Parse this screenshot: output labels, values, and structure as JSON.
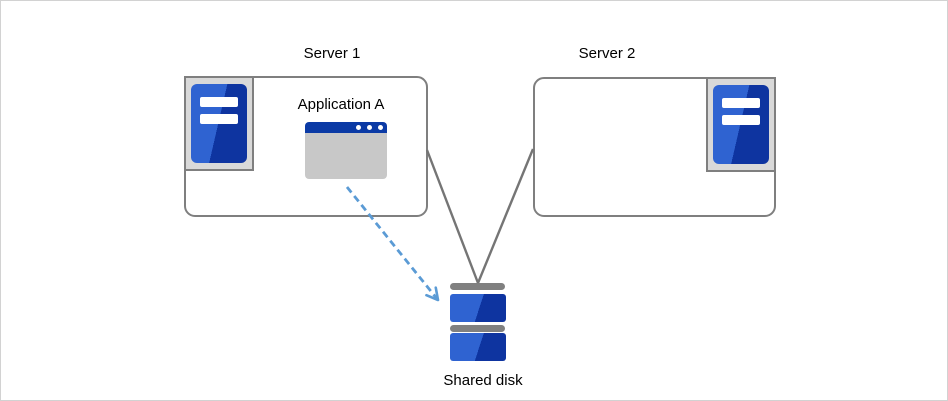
{
  "diagram": {
    "nodes": {
      "server1": {
        "label": "Server 1",
        "icon": "server-tower-icon"
      },
      "server2": {
        "label": "Server 2",
        "icon": "server-tower-icon"
      },
      "application": {
        "label": "Application A",
        "icon": "app-window-icon"
      },
      "shared_disk": {
        "label": "Shared disk",
        "icon": "disk-stack-icon"
      }
    },
    "connectors": [
      {
        "from": "server1",
        "to": "shared_disk",
        "style": "solid",
        "color": "#757575"
      },
      {
        "from": "server2",
        "to": "shared_disk",
        "style": "solid",
        "color": "#757575"
      },
      {
        "from": "application",
        "to": "shared_disk",
        "style": "dashed-arrow",
        "color": "#5b9bd5"
      }
    ],
    "colors": {
      "node_border": "#7f7f7f",
      "icon_frame_fill": "#d9d9d9",
      "blue_light": "#2f63d1",
      "blue_dark": "#0e34a0",
      "window_titlebar": "#0b3aa5",
      "window_body": "#c8c8c8",
      "connector_gray": "#757575",
      "arrow_blue": "#5b9bd5",
      "text": "#000000"
    }
  }
}
